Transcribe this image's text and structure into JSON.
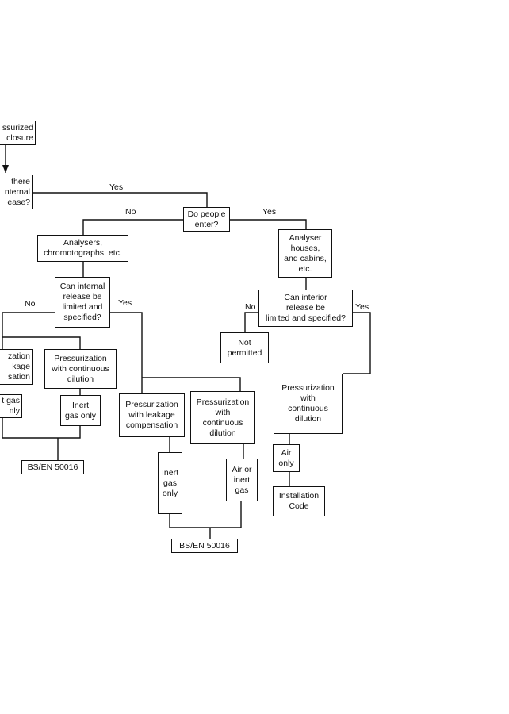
{
  "nodes": {
    "enclosure": [
      "ssurized",
      "closure"
    ],
    "internal_release": [
      "there",
      "nternal",
      "ease?"
    ],
    "do_people_enter": [
      "Do people",
      "enter?"
    ],
    "analysers": [
      "Analysers,",
      "chromotographs, etc."
    ],
    "can_internal": [
      "Can internal",
      "release be",
      "limited and",
      "specified?"
    ],
    "left_leakage": [
      "zation",
      "kage",
      "sation"
    ],
    "left_cont_dilution": [
      "Pressurization",
      "with continuous",
      "dilution"
    ],
    "left_inert_partial": [
      "t gas",
      "nly"
    ],
    "left_inert": [
      "Inert",
      "gas only"
    ],
    "left_bsen": [
      "BS/EN 50016"
    ],
    "mid_leakage": [
      "Pressurization",
      "with leakage",
      "compensation"
    ],
    "mid_cont_dilution": [
      "Pressurization",
      "with",
      "continuous",
      "dilution"
    ],
    "mid_inert": [
      "Inert",
      "gas",
      "only"
    ],
    "mid_air_inert": [
      "Air or",
      "inert",
      "gas"
    ],
    "mid_bsen": [
      "BS/EN 50016"
    ],
    "analyser_houses": [
      "Analyser",
      "houses,",
      "and cabins,",
      "etc."
    ],
    "can_interior": [
      "Can interior",
      "release be",
      "limited and specified?"
    ],
    "not_permitted": [
      "Not",
      "permitted"
    ],
    "right_cont_dilution": [
      "Pressurization",
      "with",
      "continuous",
      "dilution"
    ],
    "air_only": [
      "Air",
      "only"
    ],
    "installation_code": [
      "Installation",
      "Code"
    ]
  },
  "labels": {
    "yes_internal": "Yes",
    "no_people": "No",
    "yes_people": "Yes",
    "no_can_internal": "No",
    "yes_can_internal": "Yes",
    "no_can_interior": "No",
    "yes_can_interior": "Yes"
  }
}
